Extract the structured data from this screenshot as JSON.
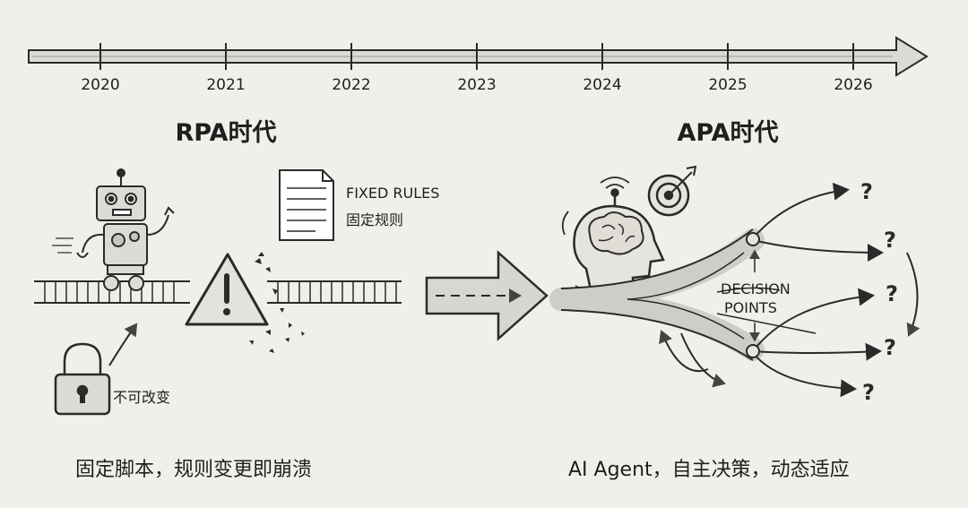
{
  "timeline": {
    "years": [
      "2020",
      "2021",
      "2022",
      "2023",
      "2024",
      "2025",
      "2026"
    ]
  },
  "rpa": {
    "title": "RPA时代",
    "doc_label_en": "FIXED RULES",
    "doc_label_zh": "固定规则",
    "lock_label": "不可改变",
    "caption": "固定脚本，规则变更即崩溃"
  },
  "apa": {
    "title": "APA时代",
    "decision_line1": "DECISION",
    "decision_line2": "POINTS",
    "question_mark": "?",
    "caption": "AI Agent，自主决策，动态适应"
  },
  "icons": [
    "robot-icon",
    "document-icon",
    "warning-icon",
    "lock-icon",
    "brain-head-icon",
    "target-icon",
    "transition-arrow-icon"
  ],
  "colors": {
    "background": "#f1efe9",
    "ink": "#2a2a2a",
    "shade": "#d8d6d0"
  }
}
